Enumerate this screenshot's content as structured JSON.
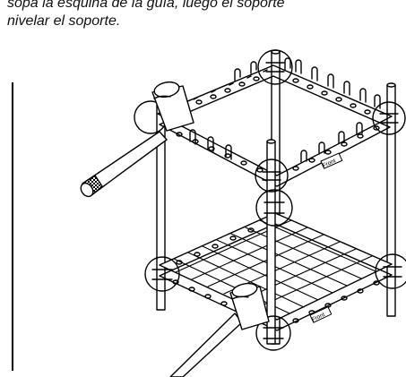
{
  "instruction": {
    "line1": "sopa la esquina de la guía, luego el soporte",
    "line2": "nivelar el soporte."
  },
  "figure": {
    "front_label_top": "Front",
    "front_label_bottom": "Front"
  }
}
